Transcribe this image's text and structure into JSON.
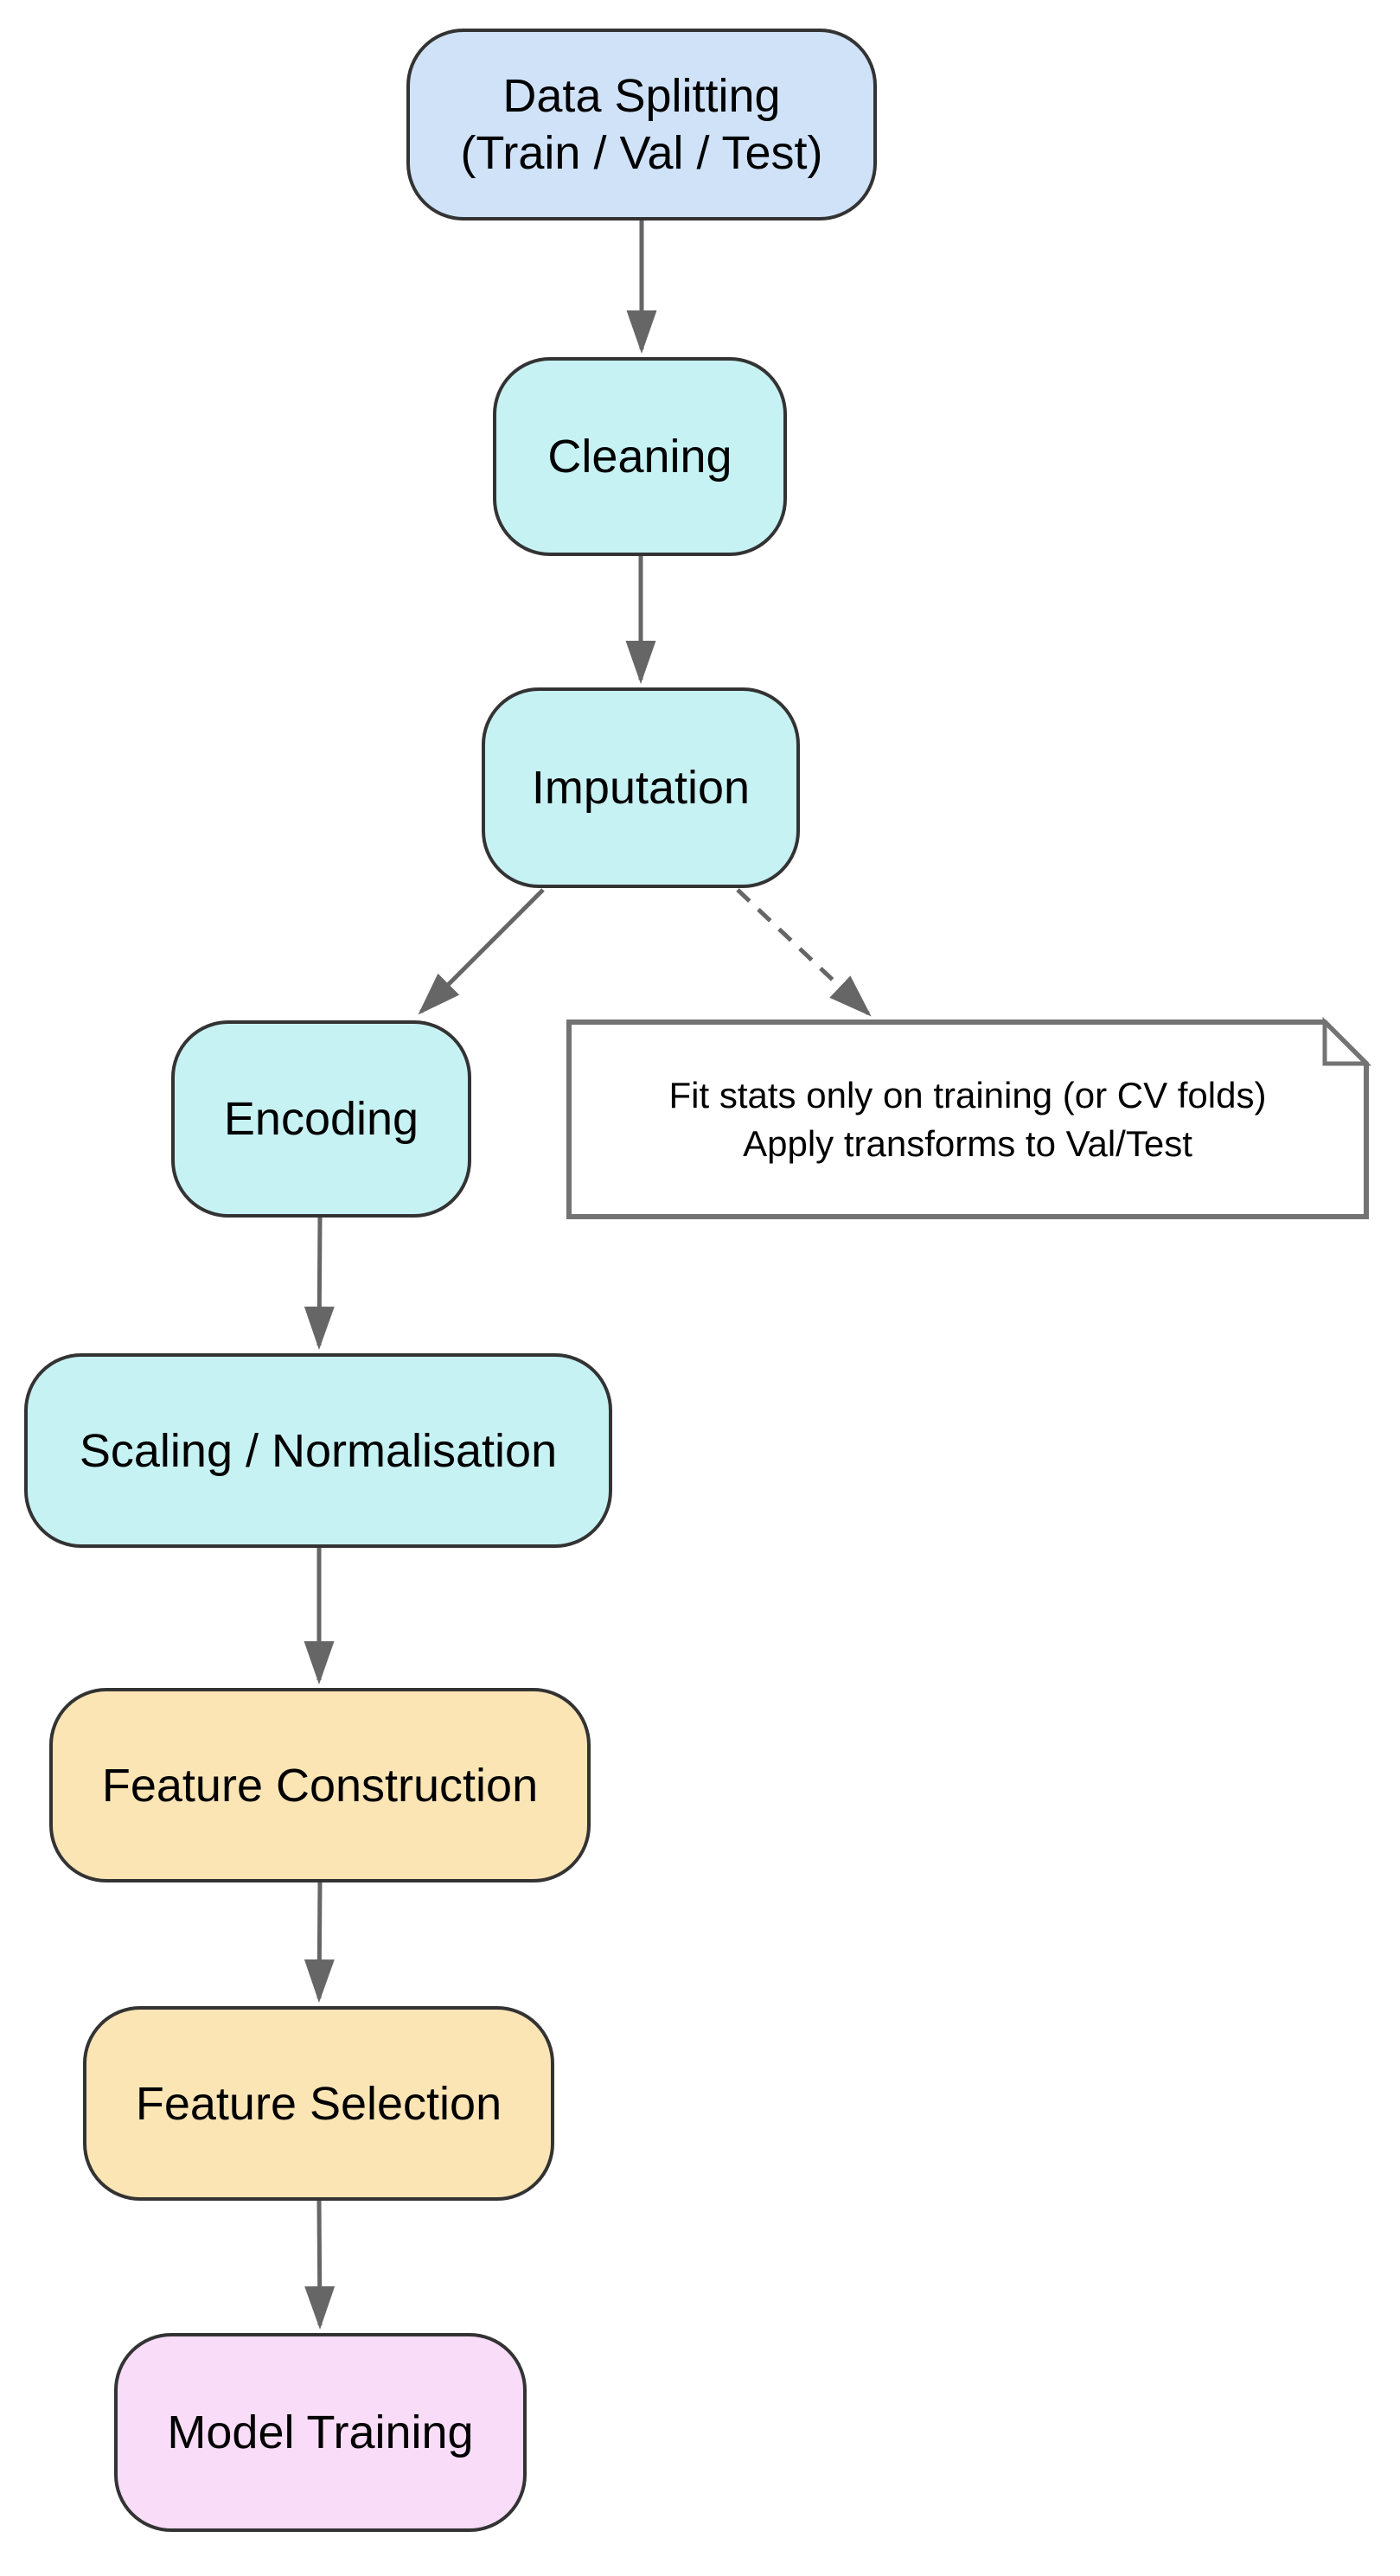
{
  "diagram": {
    "title": "Data preprocessing pipeline flowchart",
    "background": "#ffffff"
  },
  "colors": {
    "node_blue": "#cfe2f8",
    "node_cyan": "#c7f2f4",
    "node_orange": "#fce5b5",
    "node_pink": "#f9dcf8",
    "node_border": "#333333",
    "arrow_gray": "#666666",
    "note_border": "#737373",
    "note_fill": "#ffffff",
    "text": "#000000"
  },
  "nodes": {
    "data_splitting": {
      "line1": "Data Splitting",
      "line2": "(Train / Val / Test)",
      "fill": "#cfe2f8"
    },
    "cleaning": {
      "label": "Cleaning",
      "fill": "#c7f2f4"
    },
    "imputation": {
      "label": "Imputation",
      "fill": "#c7f2f4"
    },
    "encoding": {
      "label": "Encoding",
      "fill": "#c7f2f4"
    },
    "scaling": {
      "label": "Scaling / Normalisation",
      "fill": "#c7f2f4"
    },
    "feature_construction": {
      "label": "Feature Construction",
      "fill": "#fce5b5"
    },
    "feature_selection": {
      "label": "Feature Selection",
      "fill": "#fce5b5"
    },
    "model_training": {
      "label": "Model Training",
      "fill": "#f9dcf8"
    }
  },
  "note": {
    "line1": "Fit stats only on training (or CV folds)",
    "line2": "Apply transforms to Val/Test",
    "fill": "#ffffff"
  },
  "edges": [
    {
      "from": "Data Splitting (Train / Val / Test)",
      "to": "Cleaning",
      "style": "solid"
    },
    {
      "from": "Cleaning",
      "to": "Imputation",
      "style": "solid"
    },
    {
      "from": "Imputation",
      "to": "Encoding",
      "style": "solid"
    },
    {
      "from": "Imputation",
      "to": "Fit stats only on training (or CV folds) Apply transforms to Val/Test",
      "style": "dashed"
    },
    {
      "from": "Encoding",
      "to": "Scaling / Normalisation",
      "style": "solid"
    },
    {
      "from": "Scaling / Normalisation",
      "to": "Feature Construction",
      "style": "solid"
    },
    {
      "from": "Feature Construction",
      "to": "Feature Selection",
      "style": "solid"
    },
    {
      "from": "Feature Selection",
      "to": "Model Training",
      "style": "solid"
    }
  ]
}
